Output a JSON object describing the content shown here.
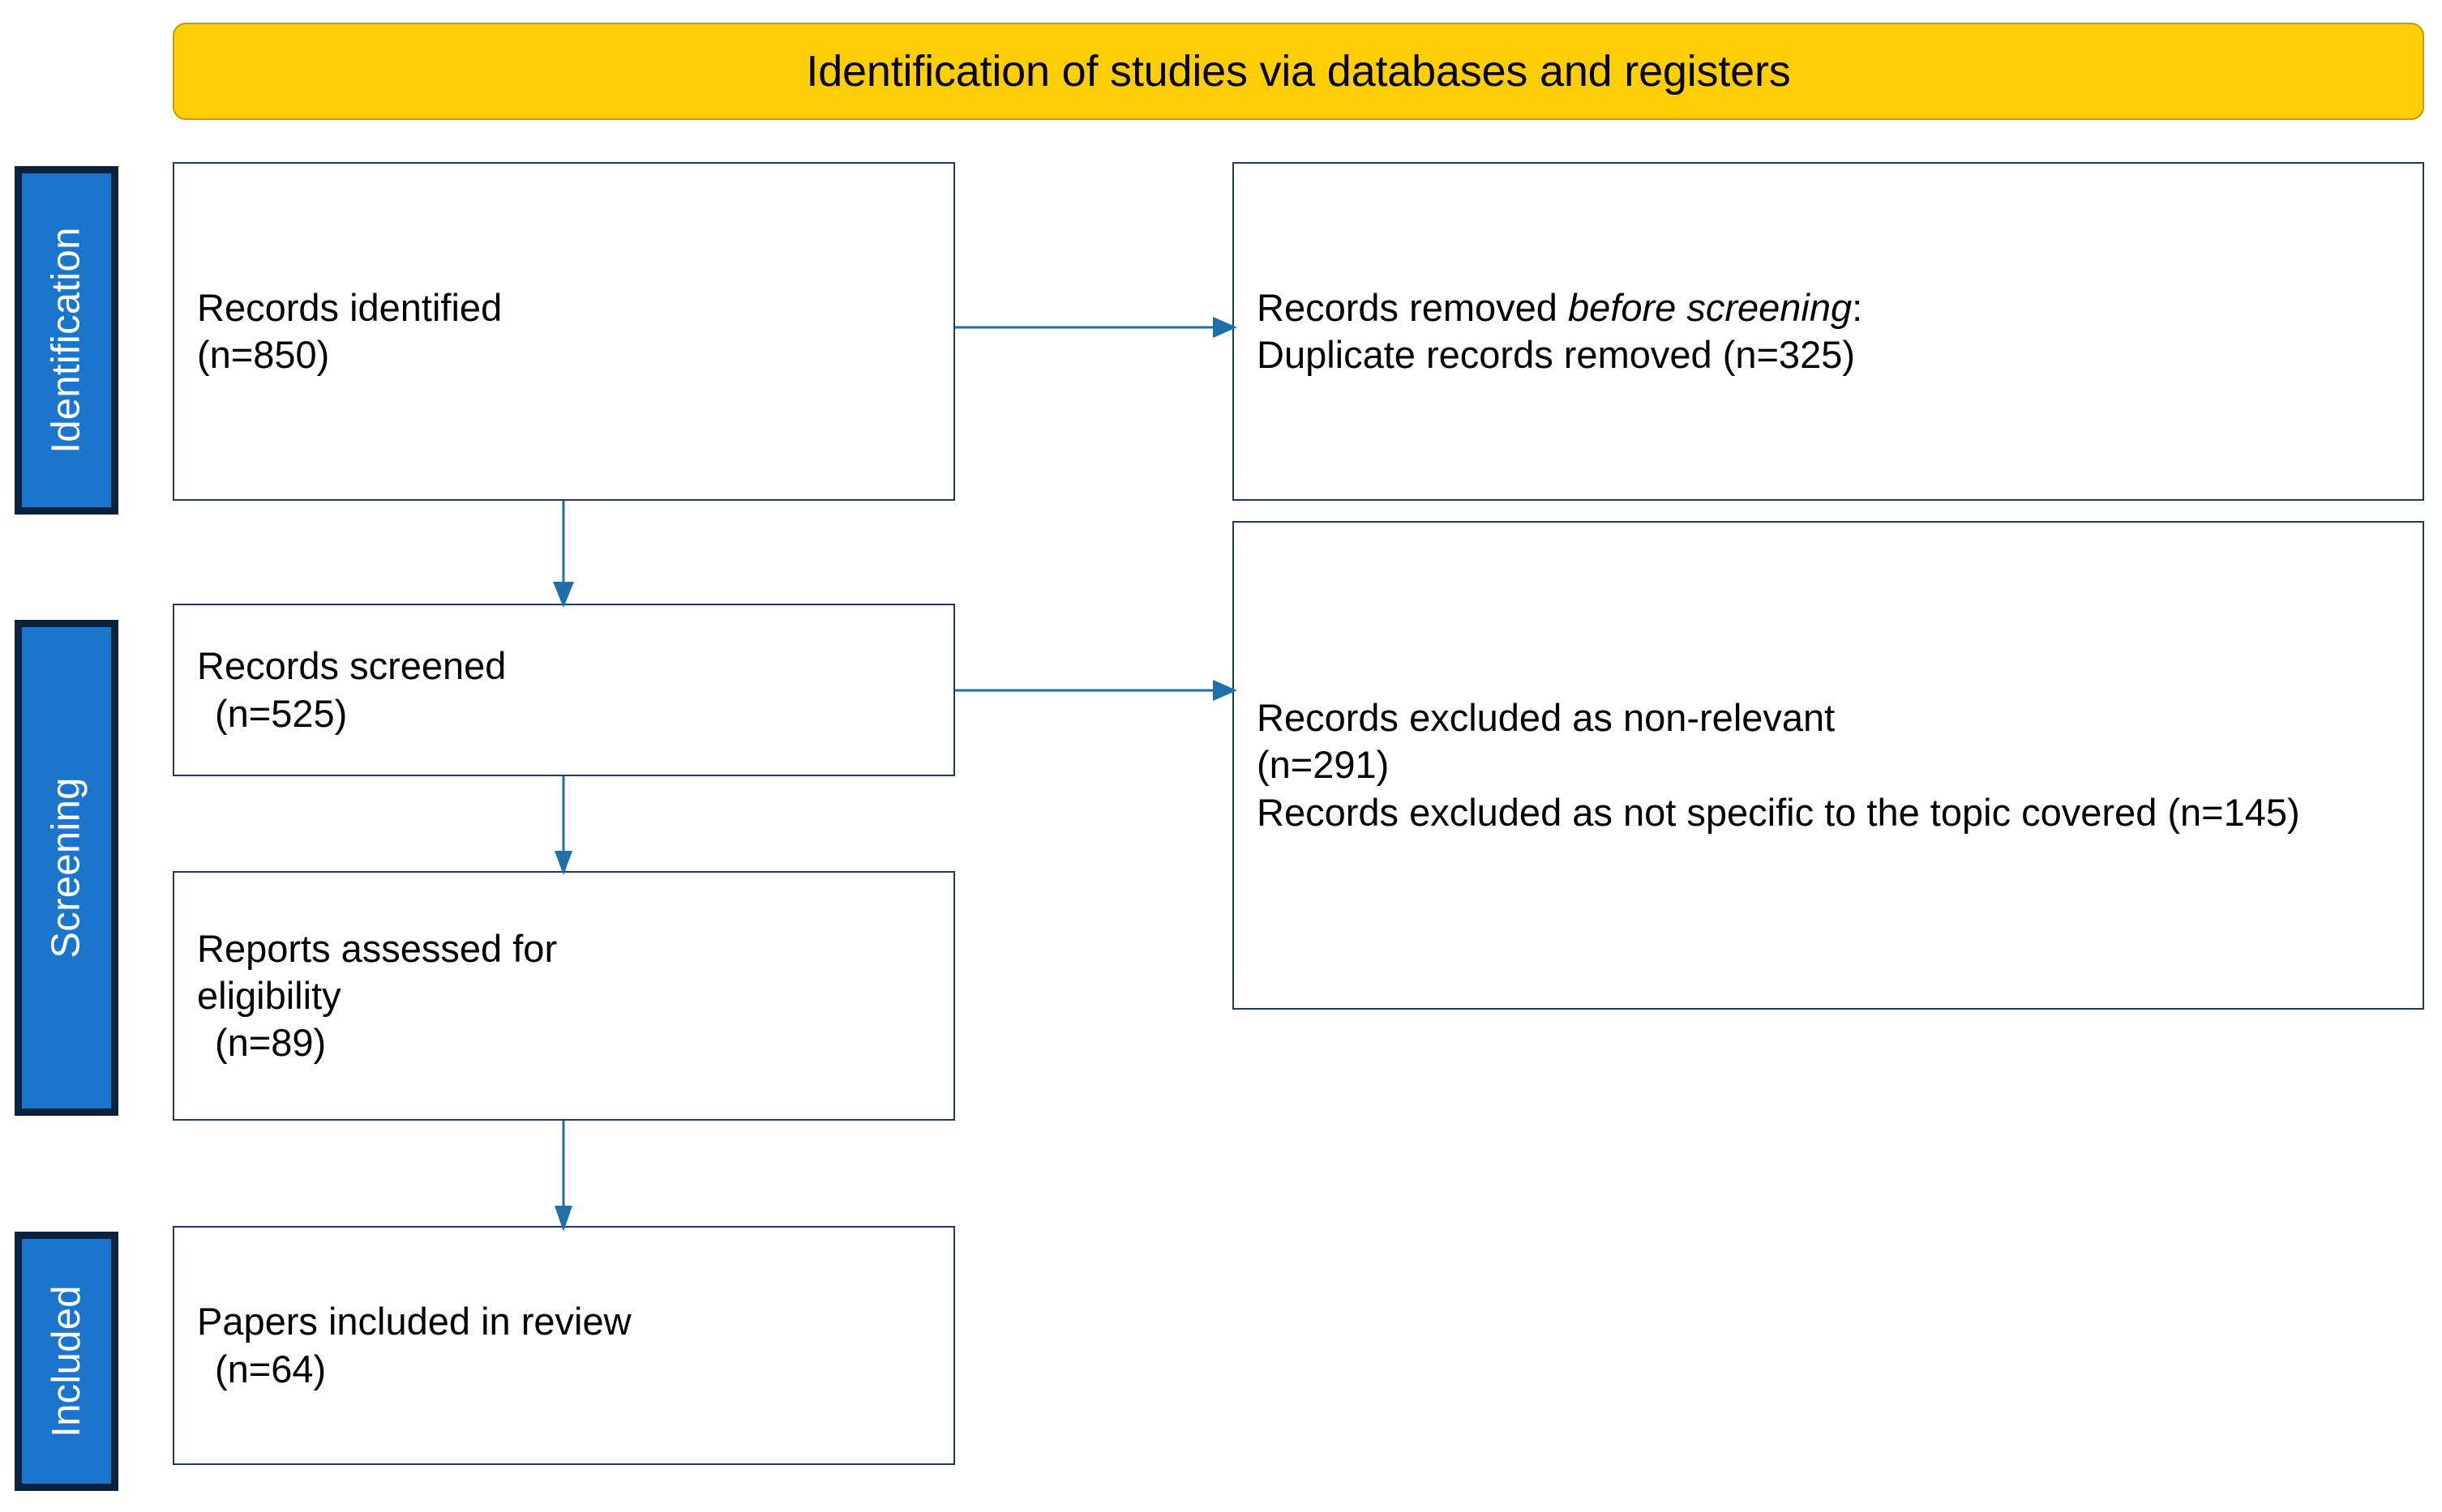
{
  "header": {
    "title": "Identification of studies via databases and registers",
    "background_color": "#FFCE06"
  },
  "stages": [
    {
      "id": "identification",
      "label": "Identification"
    },
    {
      "id": "screening",
      "label": "Screening"
    },
    {
      "id": "included",
      "label": "Included"
    }
  ],
  "stage_colors": {
    "fill": "#1B75CD",
    "border": "#0C2340",
    "text": "#FFFFFF"
  },
  "boxes": {
    "identified": {
      "line1": "Records identified",
      "line2": "(n=850)",
      "count": 850
    },
    "removed": {
      "line1_prefix": "Records removed ",
      "line1_em": "before screening",
      "line1_suffix": ":",
      "line2": "Duplicate records removed (n=325)",
      "count": 325
    },
    "screened": {
      "line1": "Records screened",
      "line2": "(n=525)",
      "count": 525
    },
    "excluded": {
      "line1": "Records excluded as non-relevant",
      "line2": "(n=291)",
      "line3": "Records excluded as not specific to the topic covered (n=145)",
      "count_non_relevant": 291,
      "count_not_specific": 145
    },
    "eligibility": {
      "line1": "Reports assessed for",
      "line2": "eligibility",
      "line3": "(n=89)",
      "count": 89
    },
    "included": {
      "line1": "Papers included in review",
      "line2": "(n=64)",
      "count": 64
    }
  },
  "connectors": {
    "color": "#1F6FA8",
    "items": [
      {
        "id": "identified-to-removed",
        "from": "identified",
        "to": "removed",
        "direction": "right"
      },
      {
        "id": "identified-to-screened",
        "from": "identified",
        "to": "screened",
        "direction": "down"
      },
      {
        "id": "screened-to-excluded",
        "from": "screened",
        "to": "excluded",
        "direction": "right"
      },
      {
        "id": "screened-to-eligible",
        "from": "screened",
        "to": "eligibility",
        "direction": "down"
      },
      {
        "id": "eligible-to-included",
        "from": "eligibility",
        "to": "included",
        "direction": "down"
      }
    ]
  },
  "box_style": {
    "border_color": "#1F3864",
    "fill": "#FFFFFF"
  }
}
